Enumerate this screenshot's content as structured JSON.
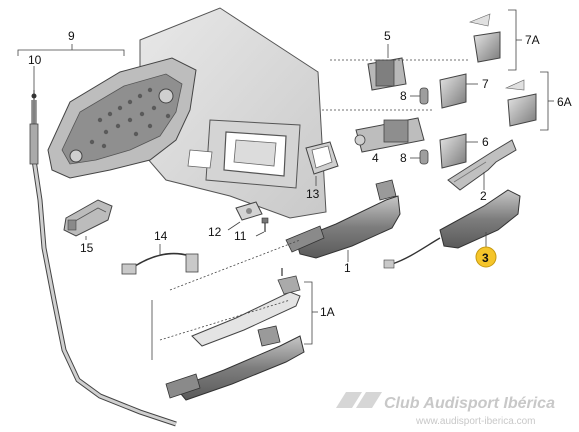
{
  "callouts": {
    "c9": "9",
    "c10": "10",
    "c5": "5",
    "c7a": "7A",
    "c7": "7",
    "c8a": "8",
    "c8b": "8",
    "c4": "4",
    "c6": "6",
    "c6a": "6A",
    "c13": "13",
    "c12": "12",
    "c11": "11",
    "c14": "14",
    "c15": "15",
    "c1": "1",
    "c1a": "1A",
    "c2": "2",
    "c3": "3"
  },
  "watermark": {
    "name": "Club Audisport Ibérica",
    "url": "www.audisport-iberica.com"
  },
  "colors": {
    "outline": "#333333",
    "part_fill": "#d9d9d9",
    "part_dark": "#9a9a9a",
    "door_fill": "#e3e3e3",
    "highlight": "#f5c52a"
  }
}
